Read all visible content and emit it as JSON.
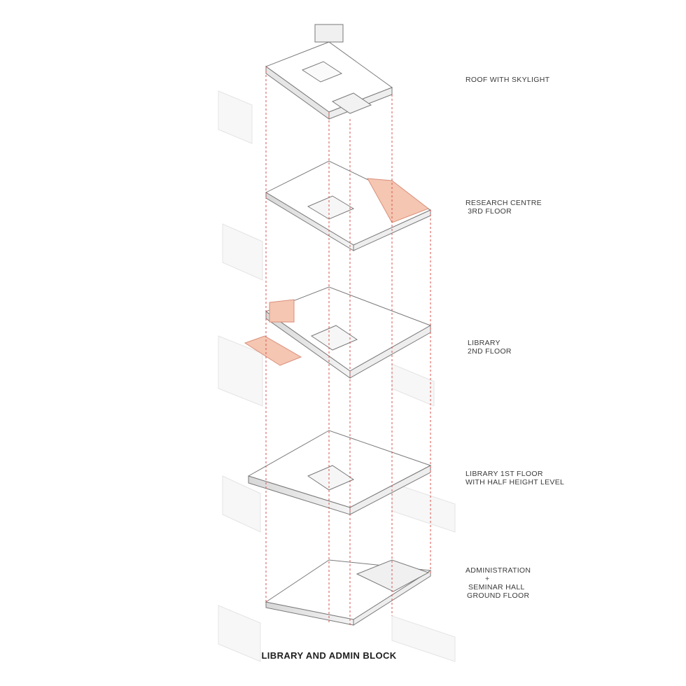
{
  "title": "LIBRARY AND ADMIN BLOCK",
  "levels": [
    {
      "id": "roof",
      "lines": [
        "ROOF WITH SKYLIGHT"
      ]
    },
    {
      "id": "floor3",
      "lines": [
        "RESEARCH CENTRE",
        " 3RD FLOOR"
      ]
    },
    {
      "id": "floor2",
      "lines": [
        "LIBRARY",
        "2ND FLOOR"
      ]
    },
    {
      "id": "floor1",
      "lines": [
        "LIBRARY 1ST FLOOR",
        "WITH HALF HEIGHT LEVEL"
      ]
    },
    {
      "id": "ground",
      "lines": [
        "ADMINISTRATION",
        "+",
        "SEMINAR HALL",
        "GROUND FLOOR"
      ]
    }
  ],
  "colors": {
    "accent_fill": "#f5c6b2",
    "guide_line": "#d9534f",
    "linework": "#7a7a7a",
    "ghost_context": "#e2e2e2"
  }
}
